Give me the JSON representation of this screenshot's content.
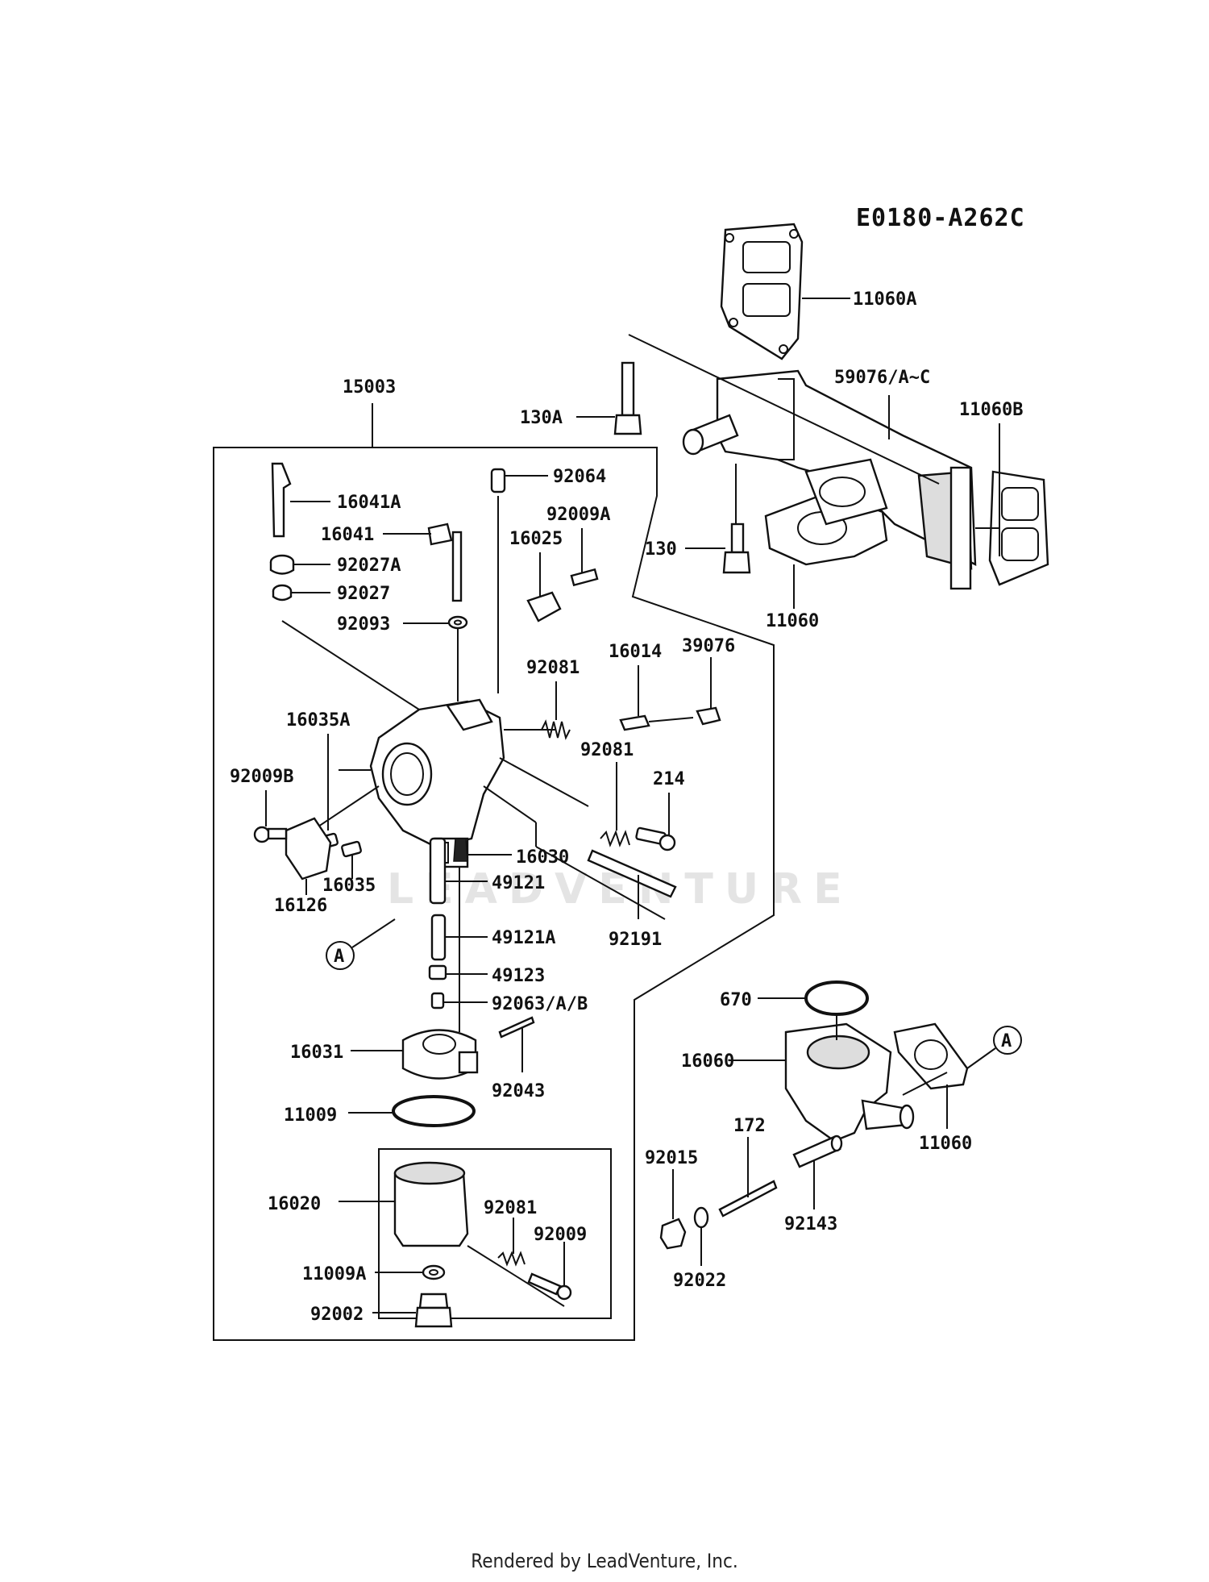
{
  "diagram_code": "E0180-A262C",
  "watermark": "LEADVENTURE",
  "footer": "Rendered by LeadVenture, Inc.",
  "callouts": {
    "A1": "A",
    "A2": "A"
  },
  "labels": {
    "p11060A": "11060A",
    "p59076": "59076/A~C",
    "p11060B": "11060B",
    "p130A": "130A",
    "p130": "130",
    "p11060_top": "11060",
    "p15003": "15003",
    "p92064": "92064",
    "p16041A": "16041A",
    "p16041": "16041",
    "p92009A": "92009A",
    "p16025": "16025",
    "p92027A": "92027A",
    "p92027": "92027",
    "p92093": "92093",
    "p92081a": "92081",
    "p16014": "16014",
    "p39076": "39076",
    "p16035A": "16035A",
    "p92081b": "92081",
    "p92009B": "92009B",
    "p214": "214",
    "p16030": "16030",
    "p16035": "16035",
    "p49121": "49121",
    "p16126": "16126",
    "p92191": "92191",
    "p49121A": "49121A",
    "p49123": "49123",
    "p92063": "92063/A/B",
    "p16031": "16031",
    "p92043": "92043",
    "p11009": "11009",
    "p16020": "16020",
    "p92081c": "92081",
    "p92009": "92009",
    "p11009A": "11009A",
    "p92002": "92002",
    "p670": "670",
    "p16060": "16060",
    "p11060_bot": "11060",
    "p172": "172",
    "p92015": "92015",
    "p92143": "92143",
    "p92022": "92022"
  }
}
